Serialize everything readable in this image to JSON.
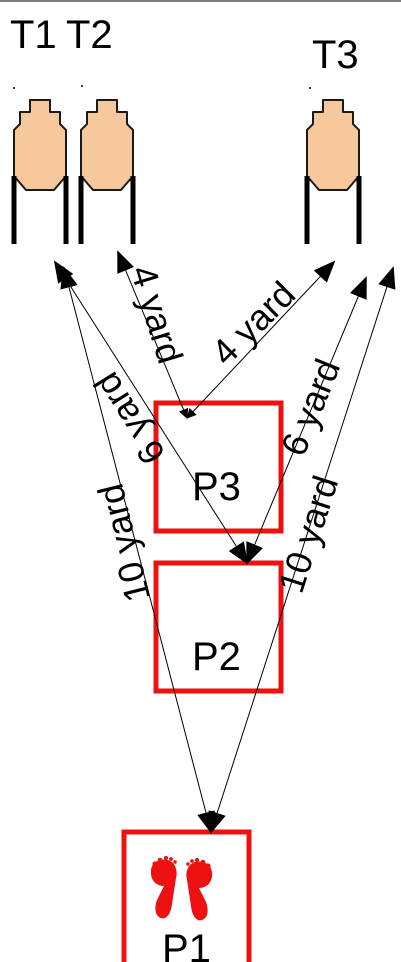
{
  "targets": [
    {
      "id": "t1",
      "label": "T1"
    },
    {
      "id": "t2",
      "label": "T2"
    },
    {
      "id": "t3",
      "label": "T3"
    }
  ],
  "positions": [
    {
      "id": "p1",
      "label": "P1"
    },
    {
      "id": "p2",
      "label": "P2"
    },
    {
      "id": "p3",
      "label": "P3"
    }
  ],
  "distances": {
    "p3_t2": "4 yard",
    "p3_t3": "4 yard",
    "p2_t2": "6 yard",
    "p2_t3": "6 yard",
    "p1_t1": "10 yard",
    "p1_t3": "10 yard"
  },
  "colors": {
    "target_fill": "#f7c89b",
    "target_outline": "#1a1a1a",
    "box_stroke": "#ee1111",
    "footprint": "#ee1111",
    "line": "#000000"
  },
  "icons": {
    "footprints": "footprints-icon",
    "target": "silhouette-target-icon"
  }
}
